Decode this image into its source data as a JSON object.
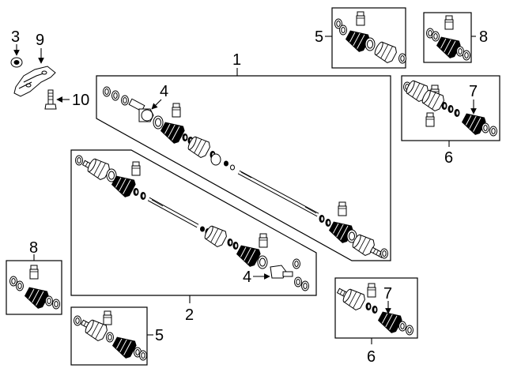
{
  "callouts": {
    "c1": "1",
    "c2": "2",
    "c3": "3",
    "c4a": "4",
    "c4b": "4",
    "c5a": "5",
    "c5b": "5",
    "c6a": "6",
    "c6b": "6",
    "c7a": "7",
    "c7b": "7",
    "c8a": "8",
    "c8b": "8",
    "c9": "9",
    "c10": "10"
  }
}
